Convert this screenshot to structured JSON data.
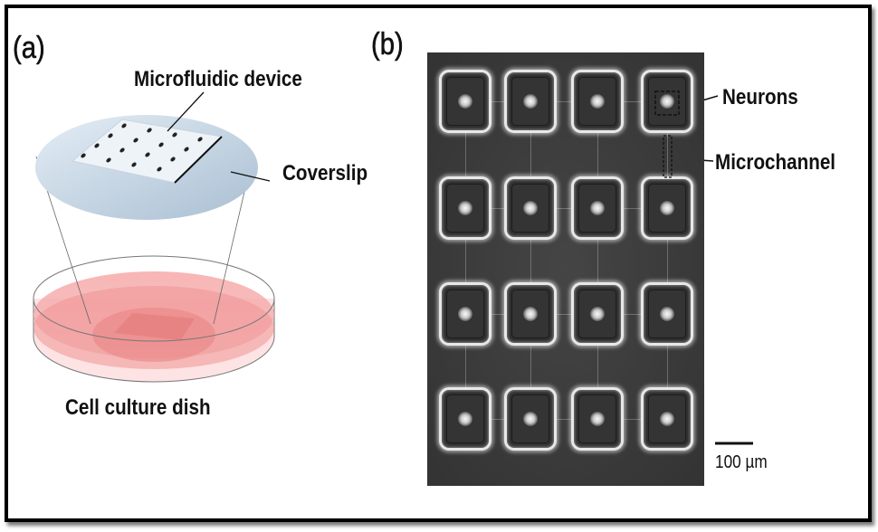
{
  "panel_a": {
    "letter": "(a)",
    "labels": {
      "device": "Microfluidic device",
      "coverslip": "Coverslip",
      "dish": "Cell culture dish"
    }
  },
  "panel_b": {
    "letter": "(b)",
    "labels": {
      "neurons": "Neurons",
      "microchannel": "Microchannel"
    },
    "scale_bar": "100 µm",
    "grid": {
      "rows": 4,
      "cols": 4
    }
  },
  "colors": {
    "coverslip": "#c3d3e3",
    "medium": "#f08a8a",
    "micrograph": "#3b3b3b"
  }
}
